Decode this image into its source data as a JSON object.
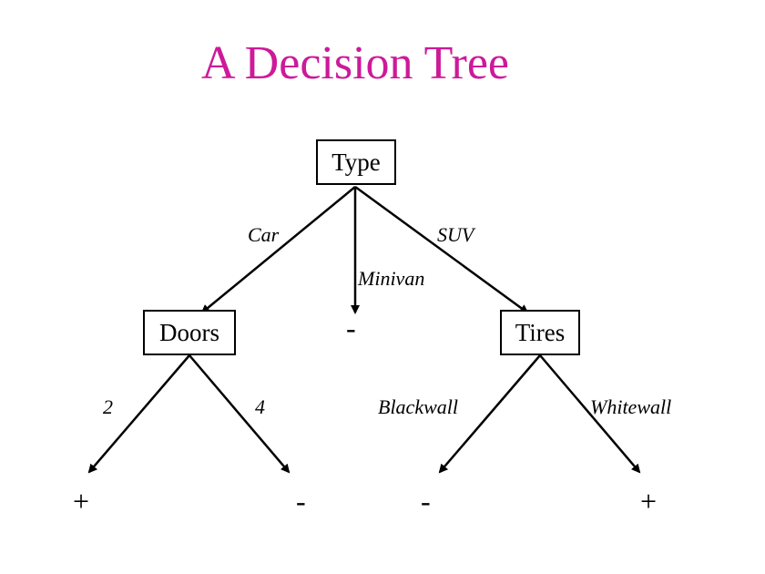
{
  "title": "A Decision Tree",
  "colors": {
    "title": "#cc1a99",
    "ink": "#000000",
    "background": "#ffffff"
  },
  "tree": {
    "root": {
      "label": "Type",
      "branches": [
        {
          "edge_label": "Car",
          "node": {
            "label": "Doors",
            "branches": [
              {
                "edge_label": "2",
                "leaf": "+"
              },
              {
                "edge_label": "4",
                "leaf": "-"
              }
            ]
          }
        },
        {
          "edge_label": "Minivan",
          "leaf": "-"
        },
        {
          "edge_label": "SUV",
          "node": {
            "label": "Tires",
            "branches": [
              {
                "edge_label": "Blackwall",
                "leaf": "-"
              },
              {
                "edge_label": "Whitewall",
                "leaf": "+"
              }
            ]
          }
        }
      ]
    }
  }
}
